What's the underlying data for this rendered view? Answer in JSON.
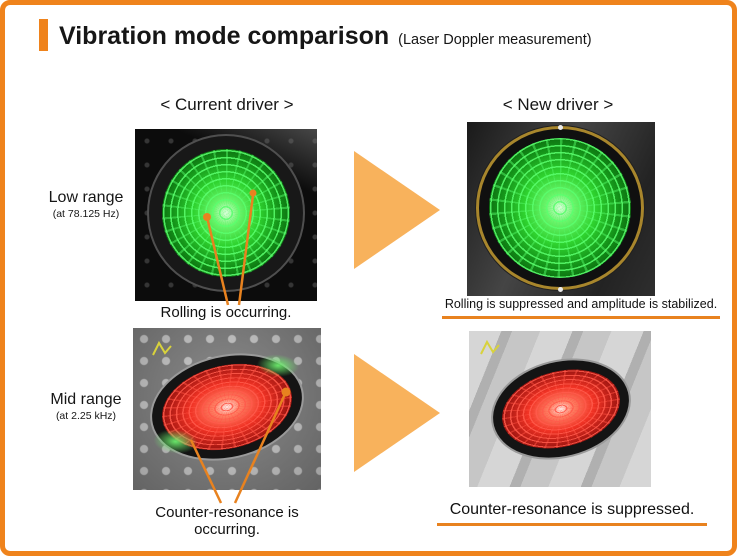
{
  "slide": {
    "title": "Vibration mode comparison",
    "subtitle": "(Laser Doppler measurement)",
    "columns": {
      "current": "< Current driver >",
      "new": "< New driver >"
    },
    "rows": [
      {
        "label": "Low range",
        "sublabel": "(at 78.125 Hz)",
        "current_caption": "Rolling is occurring.",
        "new_caption": "Rolling is suppressed and amplitude is stabilized."
      },
      {
        "label": "Mid range",
        "sublabel": "(at 2.25 kHz)",
        "current_caption": "Counter-resonance is occurring.",
        "new_caption": "Counter-resonance is suppressed."
      }
    ],
    "icons": {
      "flow_arrow": "orange right-pointing triangle",
      "callout": "orange pointer lines with dots",
      "axis_marker": "small yellow axis squiggle"
    },
    "colors": {
      "frame_orange": "#ef831c",
      "arrow_orange": "#f8b25c",
      "accent_orange": "#e8821f",
      "mesh_green": "#3ae03a",
      "mesh_red": "#e8281e"
    }
  }
}
